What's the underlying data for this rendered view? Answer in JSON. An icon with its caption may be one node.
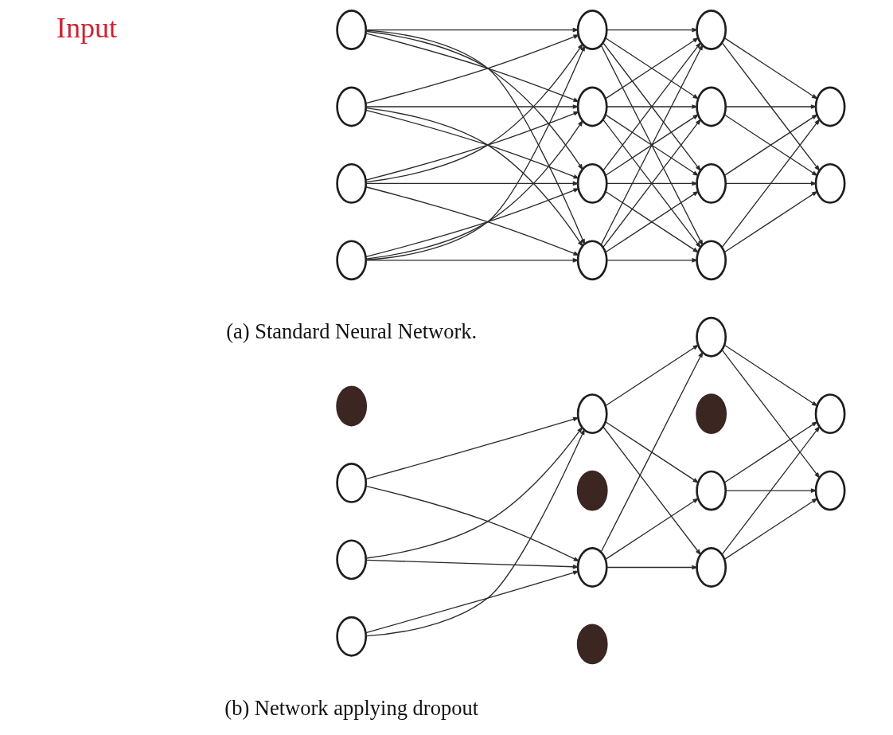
{
  "diagram": {
    "nodes": [
      {
        "text": [],
        "shape": "circle"
      },
      {
        "text": [],
        "shape": "circle"
      },
      {
        "text": [],
        "shape": "circle"
      },
      {
        "text": [],
        "shape": "circle"
      },
      {
        "text": [],
        "shape": "circle"
      },
      {
        "text": [],
        "shape": "circle"
      },
      {
        "text": [],
        "shape": "circle"
      },
      {
        "text": [],
        "shape": "circle"
      },
      {
        "text": [],
        "shape": "circle"
      },
      {
        "text": [],
        "shape": "circle"
      },
      {
        "text": [],
        "shape": "circle"
      },
      {
        "text": [],
        "shape": "circle"
      },
      {
        "text": [],
        "shape": "circle"
      },
      {
        "text": [],
        "shape": "circle"
      },
      {
        "text": [],
        "shape": "circle"
      },
      {
        "text": [],
        "shape": "circle"
      },
      {
        "text": [],
        "shape": "circle"
      },
      {
        "text": [],
        "shape": "circle"
      },
      {
        "text": [],
        "shape": "circle"
      },
      {
        "text": [],
        "shape": "circle"
      },
      {
        "text": [],
        "shape": "circle"
      },
      {
        "text": [],
        "shape": "circle"
      },
      {
        "text": [],
        "shape": "circle"
      },
      {
        "text": [],
        "shape": "circle"
      },
      {
        "text": [],
        "shape": "circle"
      },
      {
        "text": [],
        "shape": "circle"
      },
      {
        "text": [],
        "shape": "circle"
      },
      {
        "text": [],
        "shape": "circle"
      }
    ],
    "edges": [
      {
        "from": 0,
        "to": 4,
        "arrow": "to"
      },
      {
        "from": 0,
        "to": 5,
        "arrow": "to"
      },
      {
        "from": 0,
        "to": 6,
        "arrow": "to"
      },
      {
        "from": 0,
        "to": 7,
        "arrow": "to"
      },
      {
        "from": 1,
        "to": 4,
        "arrow": "to"
      },
      {
        "from": 1,
        "to": 5,
        "arrow": "to"
      },
      {
        "from": 1,
        "to": 6,
        "arrow": "to"
      },
      {
        "from": 1,
        "to": 7,
        "arrow": "to"
      },
      {
        "from": 2,
        "to": 4,
        "arrow": "to"
      },
      {
        "from": 2,
        "to": 5,
        "arrow": "to"
      },
      {
        "from": 2,
        "to": 6,
        "arrow": "to"
      },
      {
        "from": 2,
        "to": 7,
        "arrow": "to"
      },
      {
        "from": 3,
        "to": 4,
        "arrow": "to"
      },
      {
        "from": 3,
        "to": 5,
        "arrow": "to"
      },
      {
        "from": 3,
        "to": 6,
        "arrow": "to"
      },
      {
        "from": 3,
        "to": 7,
        "arrow": "to"
      },
      {
        "from": 4,
        "to": 8,
        "arrow": "to"
      },
      {
        "from": 4,
        "to": 9,
        "arrow": "to"
      },
      {
        "from": 4,
        "to": 10,
        "arrow": "to"
      },
      {
        "from": 4,
        "to": 11,
        "arrow": "to"
      },
      {
        "from": 5,
        "to": 8,
        "arrow": "to"
      },
      {
        "from": 5,
        "to": 9,
        "arrow": "to"
      },
      {
        "from": 5,
        "to": 10,
        "arrow": "to"
      },
      {
        "from": 5,
        "to": 11,
        "arrow": "to"
      },
      {
        "from": 6,
        "to": 8,
        "arrow": "to"
      },
      {
        "from": 6,
        "to": 9,
        "arrow": "to"
      },
      {
        "from": 6,
        "to": 10,
        "arrow": "to"
      },
      {
        "from": 6,
        "to": 11,
        "arrow": "to"
      },
      {
        "from": 7,
        "to": 8,
        "arrow": "to"
      },
      {
        "from": 7,
        "to": 9,
        "arrow": "to"
      },
      {
        "from": 7,
        "to": 10,
        "arrow": "to"
      },
      {
        "from": 7,
        "to": 11,
        "arrow": "to"
      },
      {
        "from": 8,
        "to": 12,
        "arrow": "to"
      },
      {
        "from": 8,
        "to": 13,
        "arrow": "to"
      },
      {
        "from": 9,
        "to": 12,
        "arrow": "to"
      },
      {
        "from": 9,
        "to": 13,
        "arrow": "to"
      },
      {
        "from": 10,
        "to": 12,
        "arrow": "to"
      },
      {
        "from": 10,
        "to": 13,
        "arrow": "to"
      },
      {
        "from": 11,
        "to": 12,
        "arrow": "to"
      },
      {
        "from": 11,
        "to": 13,
        "arrow": "to"
      },
      {
        "from": 15,
        "to": 18,
        "arrow": "to"
      },
      {
        "from": 15,
        "to": 20,
        "arrow": "to"
      },
      {
        "from": 16,
        "to": 18,
        "arrow": "to"
      },
      {
        "from": 16,
        "to": 20,
        "arrow": "to"
      },
      {
        "from": 17,
        "to": 18,
        "arrow": "to"
      },
      {
        "from": 17,
        "to": 20,
        "arrow": "to"
      },
      {
        "from": 18,
        "to": 22,
        "arrow": "to"
      },
      {
        "from": 18,
        "to": 24,
        "arrow": "to"
      },
      {
        "from": 18,
        "to": 25,
        "arrow": "to"
      },
      {
        "from": 20,
        "to": 22,
        "arrow": "to"
      },
      {
        "from": 20,
        "to": 24,
        "arrow": "to"
      },
      {
        "from": 20,
        "to": 25,
        "arrow": "to"
      },
      {
        "from": 22,
        "to": 26,
        "arrow": "to"
      },
      {
        "from": 22,
        "to": 27,
        "arrow": "to"
      },
      {
        "from": 24,
        "to": 26,
        "arrow": "to"
      },
      {
        "from": 24,
        "to": 27,
        "arrow": "to"
      },
      {
        "from": 25,
        "to": 26,
        "arrow": "to"
      },
      {
        "from": 25,
        "to": 27,
        "arrow": "to"
      }
    ],
    "labels": [
      "Input",
      "(a) Standard Neural Network.",
      "(b) Network applying dropout"
    ]
  }
}
